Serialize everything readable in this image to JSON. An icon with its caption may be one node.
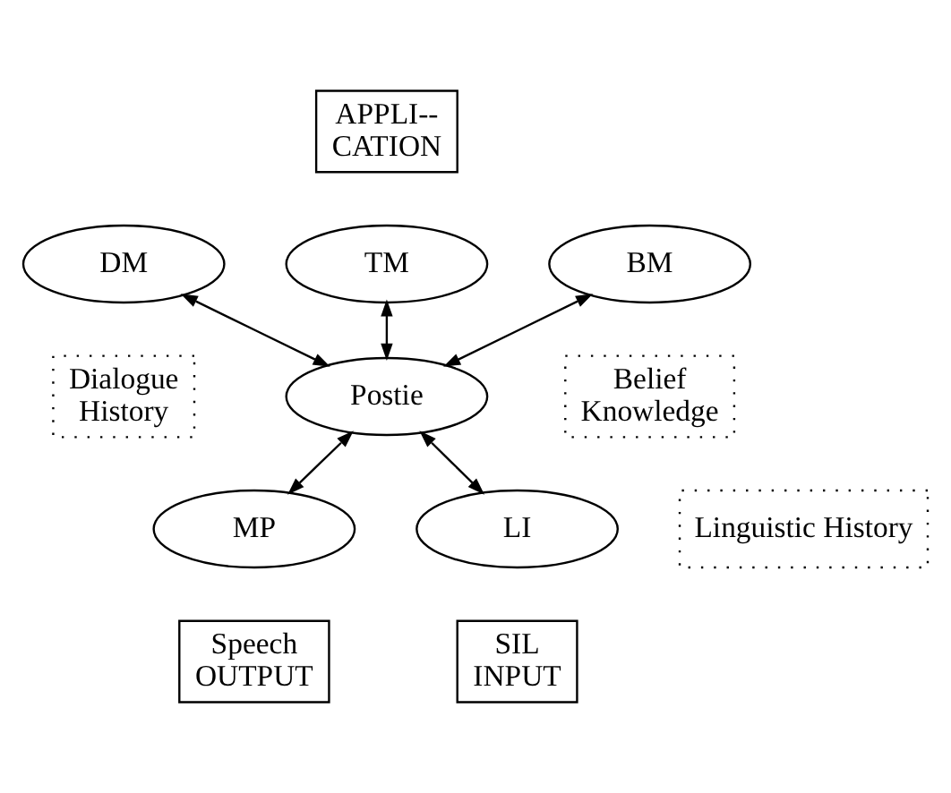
{
  "diagram": {
    "nodes": [
      {
        "text": [
          "APPLI-- CATION"
        ]
      },
      {
        "text": [
          "TM"
        ]
      },
      {
        "text": [
          "DM"
        ]
      },
      {
        "text": [
          "BM"
        ]
      },
      {
        "text": [
          "Dialogue History"
        ]
      },
      {
        "text": [
          "Postie"
        ]
      },
      {
        "text": [
          "Belief Knowledge"
        ]
      },
      {
        "text": [
          "MP"
        ]
      },
      {
        "text": [
          "Linguistic History"
        ]
      },
      {
        "text": [
          "LI"
        ]
      },
      {
        "text": [
          "Speech OUTPUT"
        ]
      },
      {
        "text": [
          "SIL INPUT"
        ]
      }
    ],
    "edges": [
      {
        "from": 1,
        "to": 5,
        "arrow": "both"
      },
      {
        "from": 2,
        "to": 5,
        "arrow": "both"
      },
      {
        "from": 3,
        "to": 5,
        "arrow": "both"
      },
      {
        "from": 5,
        "to": 7,
        "arrow": "both"
      },
      {
        "from": 5,
        "to": 9,
        "arrow": "both"
      }
    ]
  }
}
